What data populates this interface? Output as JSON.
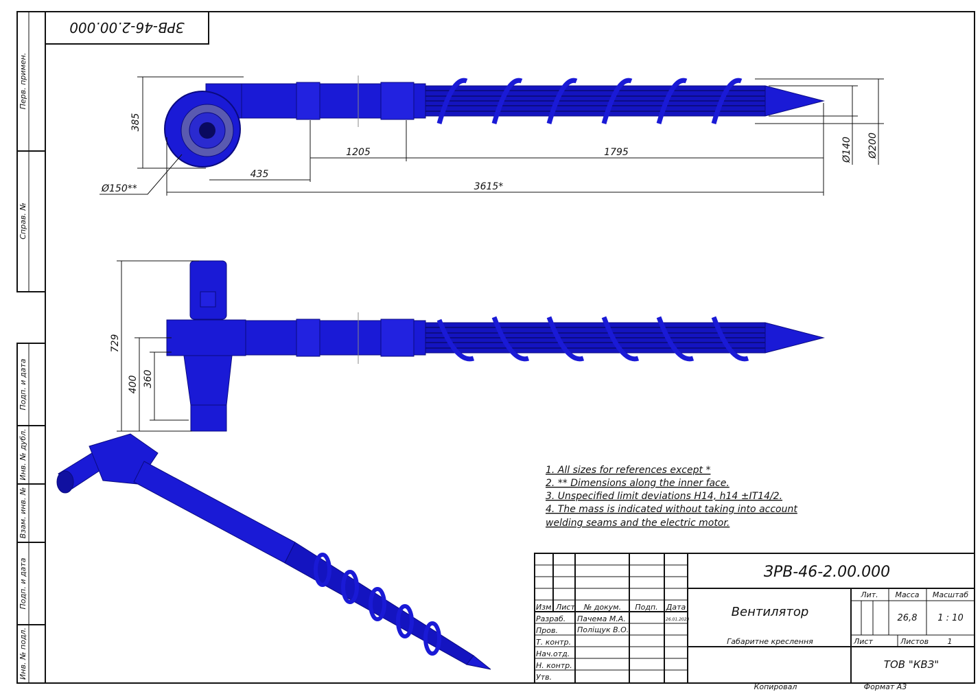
{
  "sheet": {
    "stamp_code": "ЗРВ-46-2.00.000",
    "side_strip": [
      "Перв. примен.",
      "Справ. №",
      "Подп. и дата",
      "Инв. № дубл.",
      "Взам. инв. №",
      "Подп. и дата",
      "Инв. № подл."
    ]
  },
  "dimensions": {
    "top_height": "385",
    "dist_1205": "1205",
    "dist_1795": "1795",
    "dist_435": "435",
    "total_length": "3615*",
    "fan_diameter": "Ø150**",
    "pipe_diameter": "Ø140",
    "screw_diameter": "Ø200",
    "side_height": "729",
    "side_400": "400",
    "side_360": "360"
  },
  "notes": [
    "1. All sizes for references except *",
    "2. ** Dimensions along the inner face.",
    "3. Unspecified limit deviations H14, h14 ±IT14/2.",
    "4. The mass is indicated without taking into account",
    "welding seams and the electric motor."
  ],
  "title_block": {
    "code": "ЗРВ-46-2.00.000",
    "name": "Вентилятор",
    "doc_type": "Габаритне креслення",
    "headers": {
      "izm": "Изм",
      "list": "Лист",
      "doc_no": "№ докум.",
      "sign": "Подп.",
      "date": "Дата"
    },
    "roles": [
      "Разраб.",
      "Пров.",
      "Т. контр.",
      "Нач.отд.",
      "Н. контр.",
      "Утв."
    ],
    "developer": "Пачема М.А.",
    "checker": "Поліщук В.О.",
    "date": "26.01.2023",
    "lit_label": "Лит.",
    "mass_label": "Масса",
    "scale_label": "Масштаб",
    "mass": "26,8",
    "scale": "1 : 10",
    "sheet_label": "Лист",
    "sheets_label": "Листов",
    "sheets": "1",
    "company": "ТОВ \"КВЗ\"",
    "copied": "Копировал",
    "format": "Формат А3"
  },
  "colors": {
    "part": "#1a1ad6",
    "part_dark": "#0a0a80",
    "line": "#111111"
  }
}
